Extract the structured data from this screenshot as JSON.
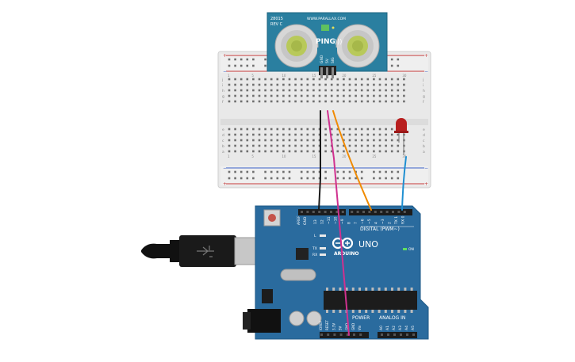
{
  "sensor": {
    "part_number": "28015",
    "revision": "REV C",
    "website": "WWW.PARALLAX.COM",
    "brand": "PING",
    "pins": [
      "GND",
      "5V",
      "SIG"
    ]
  },
  "arduino": {
    "model_mark": "ARDUINO",
    "model": "UNO",
    "digital_label": "DIGITAL (PWM~)",
    "power_label": "POWER",
    "analog_label": "ANALOG IN",
    "on_label": "ON",
    "l_label": "L",
    "tx_label": "TX",
    "rx_label": "RX",
    "aref_label": "AREF",
    "gnd_label": "GND",
    "digital_pins": [
      "13",
      "12",
      "~11",
      "~10",
      "~9",
      "8",
      "7",
      "~6",
      "~5",
      "4",
      "~3",
      "2",
      "TX 1",
      "RX 0"
    ],
    "power_pins": [
      "IOREF",
      "RESET",
      "3.3V",
      "5V",
      "GND",
      "GND",
      "Vin"
    ],
    "analog_pins": [
      "A0",
      "A1",
      "A2",
      "A3",
      "A4",
      "A5"
    ]
  },
  "breadboard": {
    "col_numbers_top": [
      "1",
      "5",
      "10",
      "15",
      "20",
      "25",
      "30"
    ],
    "row_letters_top": [
      "j",
      "i",
      "h",
      "g",
      "f"
    ],
    "row_letters_bottom": [
      "e",
      "d",
      "c",
      "b",
      "a"
    ]
  },
  "wires": [
    {
      "name": "black-wire",
      "color": "#1a1a1a"
    },
    {
      "name": "magenta-wire",
      "color": "#d0318f"
    },
    {
      "name": "orange-wire",
      "color": "#f08a00"
    },
    {
      "name": "blue-wire",
      "color": "#1e8fd1"
    }
  ],
  "colors": {
    "board": "#2a6b9e",
    "board_dark": "#1f5a87",
    "sensor_pcb": "#2a7fa0",
    "breadboard": "#ececec",
    "rail_red": "#c43a3a",
    "rail_blue": "#3a5fc4",
    "led": "#b81f1f"
  }
}
